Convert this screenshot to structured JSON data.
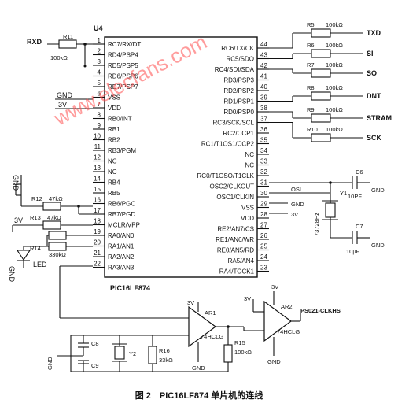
{
  "chip": {
    "ref": "U4",
    "part": "PIC16LF874",
    "left_pins": [
      {
        "n": "1",
        "name": "RC7/RX/DT"
      },
      {
        "n": "2",
        "name": "RD4/PSP4"
      },
      {
        "n": "3",
        "name": "RD5/PSP5"
      },
      {
        "n": "4",
        "name": "RD6/PSP6"
      },
      {
        "n": "5",
        "name": "RD7/PSP7"
      },
      {
        "n": "6",
        "name": "VSS"
      },
      {
        "n": "7",
        "name": "VDD"
      },
      {
        "n": "8",
        "name": "RB0/INT"
      },
      {
        "n": "9",
        "name": "RB1"
      },
      {
        "n": "10",
        "name": "RB2"
      },
      {
        "n": "11",
        "name": "RB3/PGM"
      },
      {
        "n": "12",
        "name": "NC"
      },
      {
        "n": "13",
        "name": "NC"
      },
      {
        "n": "14",
        "name": "RB4"
      },
      {
        "n": "15",
        "name": "RB5"
      },
      {
        "n": "16",
        "name": "RB6/PGC"
      },
      {
        "n": "17",
        "name": "RB7/PGD"
      },
      {
        "n": "18",
        "name": "MCLR/VPP"
      },
      {
        "n": "19",
        "name": "RA0/AN0"
      },
      {
        "n": "20",
        "name": "RA1/AN1"
      },
      {
        "n": "21",
        "name": "RA2/AN2"
      },
      {
        "n": "22",
        "name": "RA3/AN3"
      }
    ],
    "right_pins": [
      {
        "n": "44",
        "name": "RC6/TX/CK"
      },
      {
        "n": "43",
        "name": "RC5/SDO"
      },
      {
        "n": "42",
        "name": "RC4/SDI/SDA"
      },
      {
        "n": "41",
        "name": "RD3/PSP3"
      },
      {
        "n": "40",
        "name": "RD2/PSP2"
      },
      {
        "n": "39",
        "name": "RD1/PSP1"
      },
      {
        "n": "38",
        "name": "RD0/PSP0"
      },
      {
        "n": "37",
        "name": "RC3/SCK/SCL"
      },
      {
        "n": "36",
        "name": "RC2/CCP1"
      },
      {
        "n": "35",
        "name": "RC1/T1OS1/CCP2"
      },
      {
        "n": "34",
        "name": "NC"
      },
      {
        "n": "33",
        "name": "NC"
      },
      {
        "n": "32",
        "name": "RC0/T1OSO/T1CLK"
      },
      {
        "n": "31",
        "name": "OSC2/CLKOUT"
      },
      {
        "n": "30",
        "name": "OSC1/CLKIN"
      },
      {
        "n": "29",
        "name": "VSS"
      },
      {
        "n": "28",
        "name": "VDD"
      },
      {
        "n": "27",
        "name": "RE2/AN7/CS"
      },
      {
        "n": "26",
        "name": "RE1/AN6/WR"
      },
      {
        "n": "25",
        "name": "RE0/AN5/RD"
      },
      {
        "n": "24",
        "name": "RA5/AN4"
      },
      {
        "n": "23",
        "name": "RA4/TOCK1"
      }
    ]
  },
  "left_side": {
    "rxd": "RXD",
    "r11": "R11",
    "r11_value": "100kΩ",
    "gnd": "GND",
    "v3": "3V",
    "button_gnd": "GND",
    "r12": "R12",
    "r12_value": "47kΩ",
    "r13": "R13",
    "r13_value": "47kΩ",
    "v3_mclr": "3V",
    "r14": "R14",
    "r14_value": "330kΩ",
    "led_gnd": "GND",
    "led": "LED"
  },
  "right_side": {
    "resistors": [
      {
        "ref": "R5",
        "value": "100kΩ",
        "signal": "TXD"
      },
      {
        "ref": "R6",
        "value": "100kΩ",
        "signal": "SI"
      },
      {
        "ref": "R7",
        "value": "100kΩ",
        "signal": "SO"
      },
      {
        "ref": "R8",
        "value": "100kΩ",
        "signal": "DNT"
      },
      {
        "ref": "R9",
        "value": "100kΩ",
        "signal": "STRAM"
      },
      {
        "ref": "R10",
        "value": "100kΩ",
        "signal": "SCK"
      }
    ],
    "c6": "C6",
    "c6_value": "10PF",
    "c6_gnd": "GND",
    "osi": "OSI",
    "y1": "Y1",
    "y1_value": "73728Hz",
    "c7": "C7",
    "c7_value": "10μF",
    "c7_gnd": "GND",
    "vss_gnd": "GND",
    "vdd_3v": "3V"
  },
  "bottom": {
    "ar1": "AR1",
    "ar1_supply": "3V",
    "ar1_part": "74HCLG",
    "ar1_gnd": "GND",
    "ar2": "AR2",
    "ar2_supply": "3V",
    "ar2_in_supply": "3V",
    "ar2_part": "74HCLG",
    "ar2_gnd": "GND",
    "ar2_out": "PS021-CLKHS",
    "c8": "C8",
    "c9": "C9",
    "cap_gnd": "GND",
    "y2": "Y2",
    "r16": "R16",
    "r16_value": "33kΩ",
    "r15": "R15",
    "r15_value": "100kΩ"
  },
  "watermark": "www.elecfans.com",
  "caption": "图 2　PIC16LF874 单片机的连线"
}
